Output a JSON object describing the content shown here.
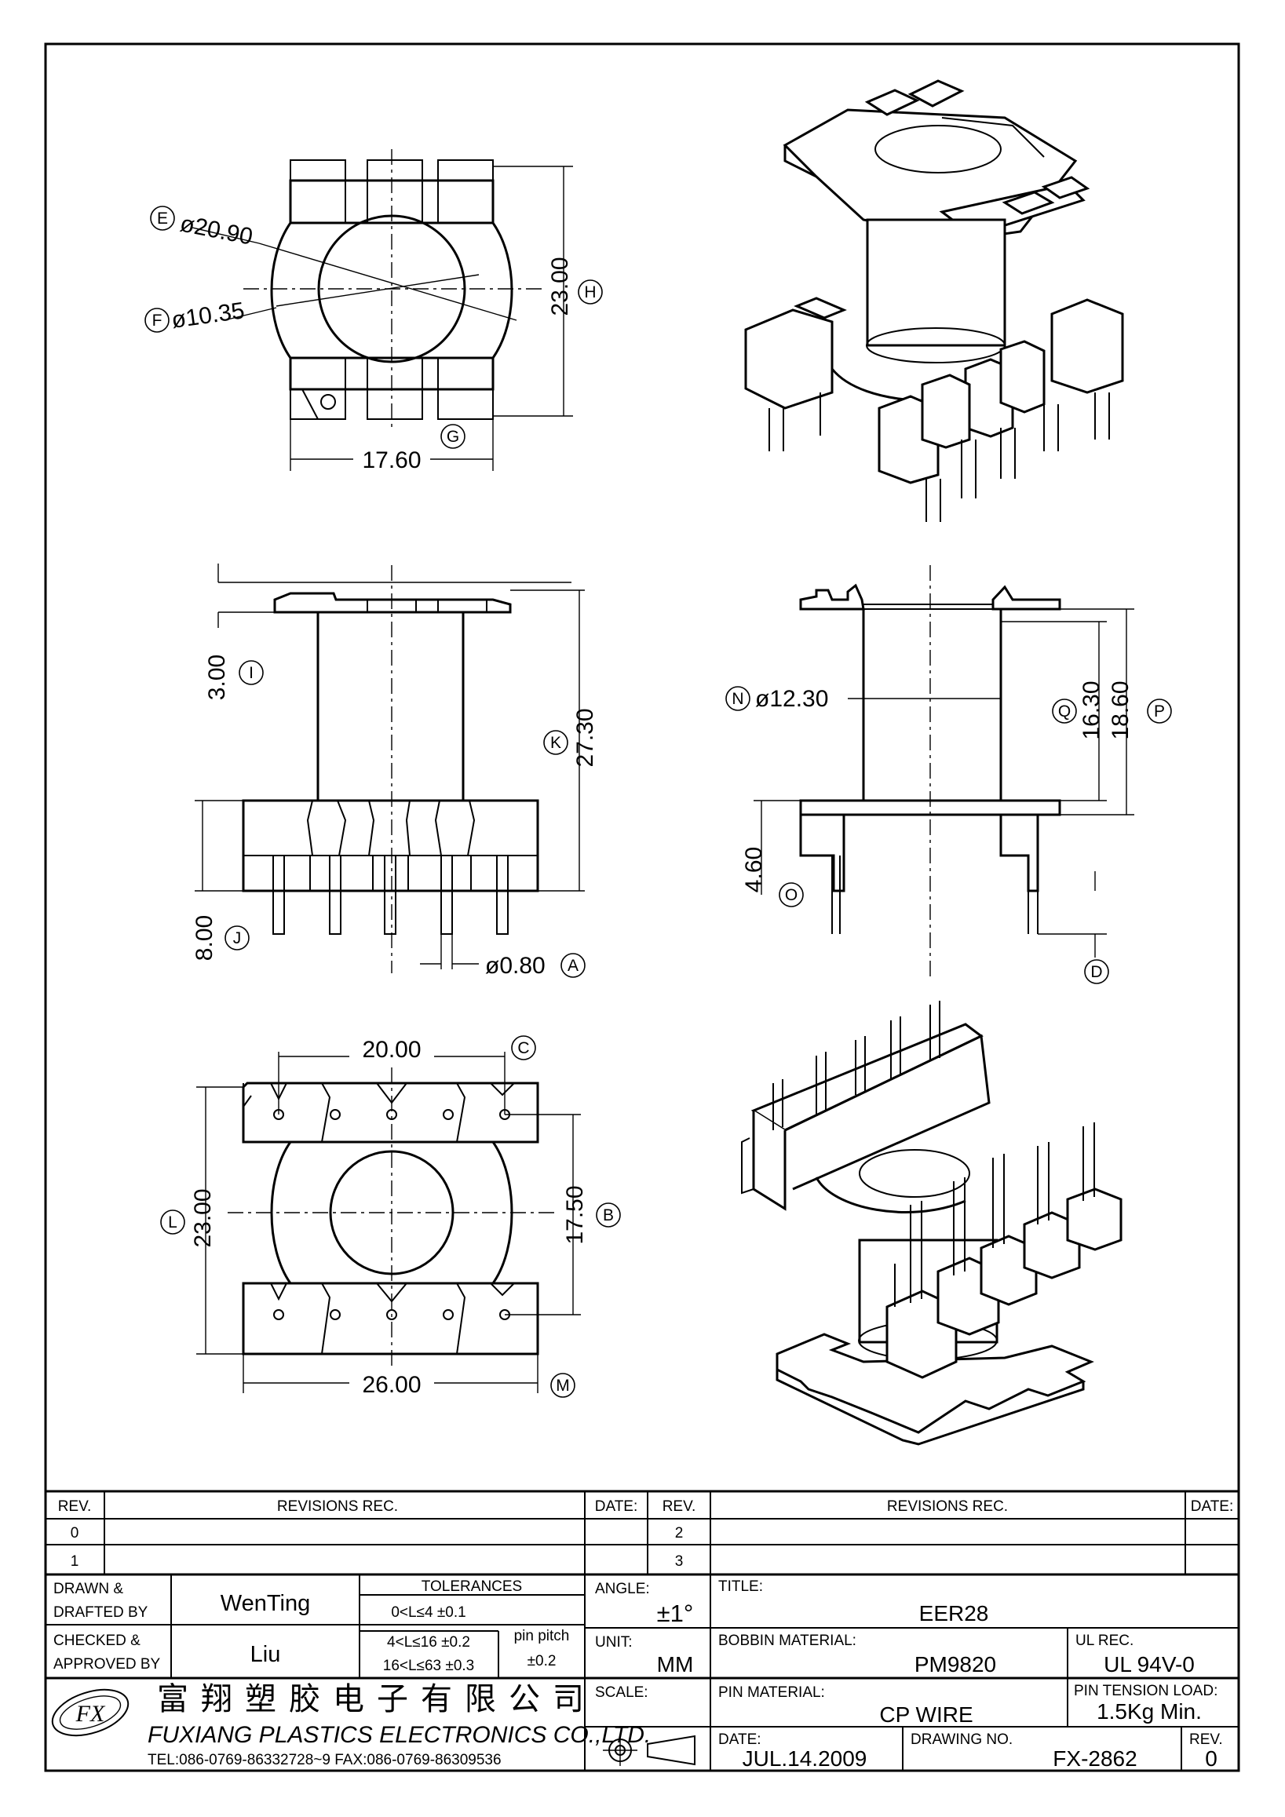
{
  "dimensions": {
    "e_label": "E",
    "e_value": "ø20.90",
    "f_label": "F",
    "f_value": "ø10.35",
    "h_label": "H",
    "h_value": "23.00",
    "g_label": "G",
    "g_value": "17.60",
    "i_label": "I",
    "i_value": "3.00",
    "k_label": "K",
    "k_value": "27.30",
    "j_label": "J",
    "j_value": "8.00",
    "a_label": "A",
    "a_value": "ø0.80",
    "n_label": "N",
    "n_value": "ø12.30",
    "q_label": "Q",
    "q_value": "16.30",
    "p_label": "P",
    "p_value": "18.60",
    "o_label": "O",
    "o_value": "4.60",
    "d_label": "D",
    "c_label": "C",
    "c_value": "20.00",
    "l_label": "L",
    "l_value": "23.00",
    "b_label": "B",
    "b_value": "17.50",
    "m_label": "M",
    "m_value": "26.00"
  },
  "revisions": {
    "rev_header": "REV.",
    "rec_header": "REVISIONS   REC.",
    "date_header": "DATE:",
    "rows_left": [
      "0",
      "1"
    ],
    "rows_right": [
      "2",
      "3"
    ]
  },
  "title_block": {
    "drawn_label_1": "DRAWN  &",
    "drawn_label_2": "DRAFTED BY",
    "drawn_value": "WenTing",
    "checked_label_1": "CHECKED  &",
    "checked_label_2": "APPROVED BY",
    "checked_value": "Liu",
    "tolerances_label": "TOLERANCES",
    "tol_1": "0<L≤4    ±0.1",
    "tol_2": "4<L≤16  ±0.2",
    "tol_3": "16<L≤63  ±0.3",
    "pin_pitch_label": "pin pitch",
    "pin_pitch_value": "±0.2",
    "angle_label": "ANGLE:",
    "angle_value": "±1°",
    "unit_label": "UNIT:",
    "unit_value": "MM",
    "scale_label": "SCALE:",
    "title_label": "TITLE:",
    "title_value": "EER28",
    "bobbin_label": "BOBBIN  MATERIAL:",
    "bobbin_value": "PM9820",
    "ul_label": "UL  REC.",
    "ul_value": "UL  94V-0",
    "pin_material_label": "PIN  MATERIAL:",
    "pin_material_value": "CP  WIRE",
    "pin_tension_label": "PIN  TENSION  LOAD:",
    "pin_tension_value": "1.5Kg  Min.",
    "date_label": "DATE:",
    "date_value": "JUL.14.2009",
    "drawing_no_label": "DRAWING  NO.",
    "drawing_no_value": "FX-2862",
    "rev_label": "REV.",
    "rev_value": "0"
  },
  "company": {
    "logo_text": "FX",
    "name_cn": "富翔塑胶电子有限公司",
    "name_en": "FUXIANG  PLASTICS  ELECTRONICS  CO.,LTD.",
    "contact": "TEL:086-0769-86332728~9   FAX:086-0769-86309536"
  }
}
